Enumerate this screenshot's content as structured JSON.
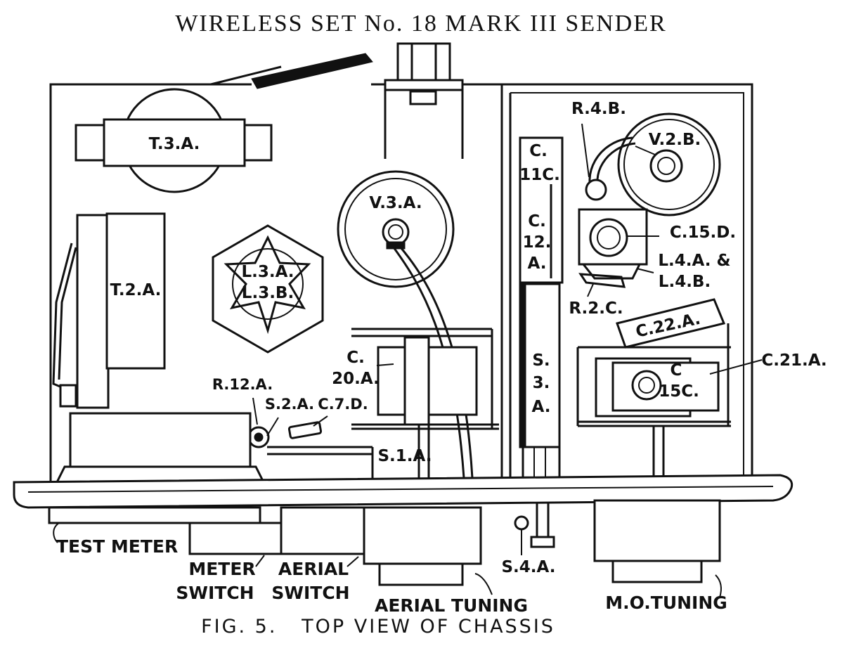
{
  "title": "WIRELESS SET No. 18 MARK III SENDER",
  "caption": "FIG. 5.   TOP VIEW OF CHASSIS",
  "components": {
    "t3a": "T.3.A.",
    "t2a": "T.2.A.",
    "l3a": "L.3.A.",
    "l3b": "L.3.B.",
    "v3a": "V.3.A.",
    "r4b": "R.4.B.",
    "v2b": "V.2.B.",
    "c11c_1": "C.",
    "c11c_2": "11C.",
    "c12a_1": "C.",
    "c12a_2": "12.",
    "c12a_3": "A.",
    "c15d": "C.15.D.",
    "l4a": "L.4.A. &",
    "l4b": "L.4.B.",
    "r2c": "R.2.C.",
    "c22a": "C.22.A.",
    "c21a": "C.21.A.",
    "c15c_1": "C",
    "c15c_2": "15C.",
    "s3a_1": "S.",
    "s3a_2": "3.",
    "s3a_3": "A.",
    "c20a_1": "C.",
    "c20a_2": "20.A.",
    "r12a": "R.12.A.",
    "s2a": "S.2.A.",
    "c7d": "C.7.D.",
    "s1a": "S.1.A.",
    "s4a": "S.4.A."
  },
  "panel_labels": {
    "test_meter": "TEST METER",
    "meter_switch_1": "METER",
    "meter_switch_2": "SWITCH",
    "aerial_switch_1": "AERIAL",
    "aerial_switch_2": "SWITCH",
    "aerial_tuning": "AERIAL TUNING",
    "mo_tuning": "M.O.TUNING"
  }
}
